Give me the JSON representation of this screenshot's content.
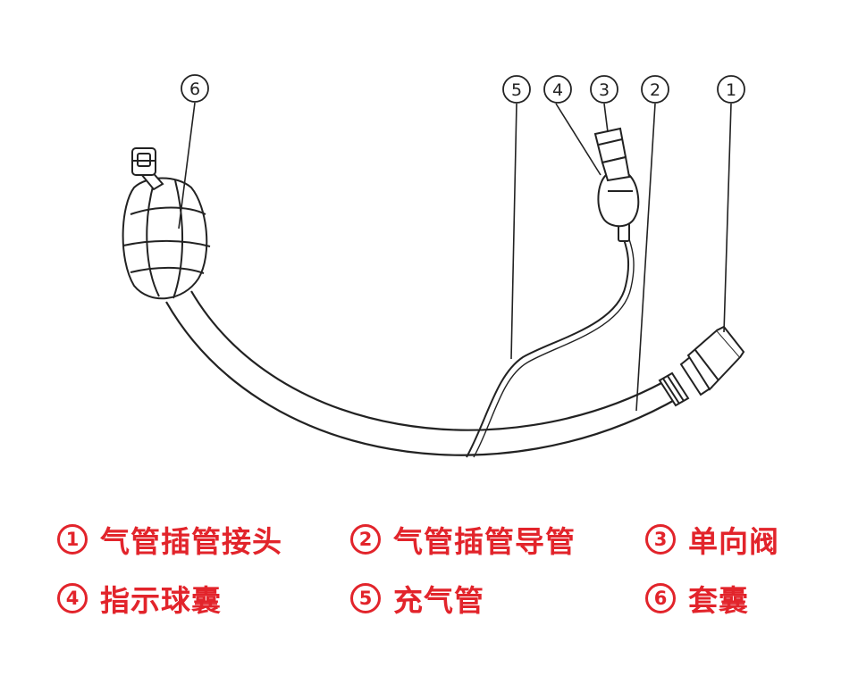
{
  "callouts": [
    {
      "id": "1",
      "label": "1"
    },
    {
      "id": "2",
      "label": "2"
    },
    {
      "id": "3",
      "label": "3"
    },
    {
      "id": "4",
      "label": "4"
    },
    {
      "id": "5",
      "label": "5"
    },
    {
      "id": "6",
      "label": "6"
    }
  ],
  "legend": [
    {
      "num": "1",
      "text": "气管插管接头"
    },
    {
      "num": "2",
      "text": "气管插管导管"
    },
    {
      "num": "3",
      "text": "单向阀"
    },
    {
      "num": "4",
      "text": "指示球囊"
    },
    {
      "num": "5",
      "text": "充气管"
    },
    {
      "num": "6",
      "text": "套囊"
    }
  ],
  "colors": {
    "legend_red": "#e2242b",
    "line": "#222222",
    "background": "#ffffff"
  }
}
